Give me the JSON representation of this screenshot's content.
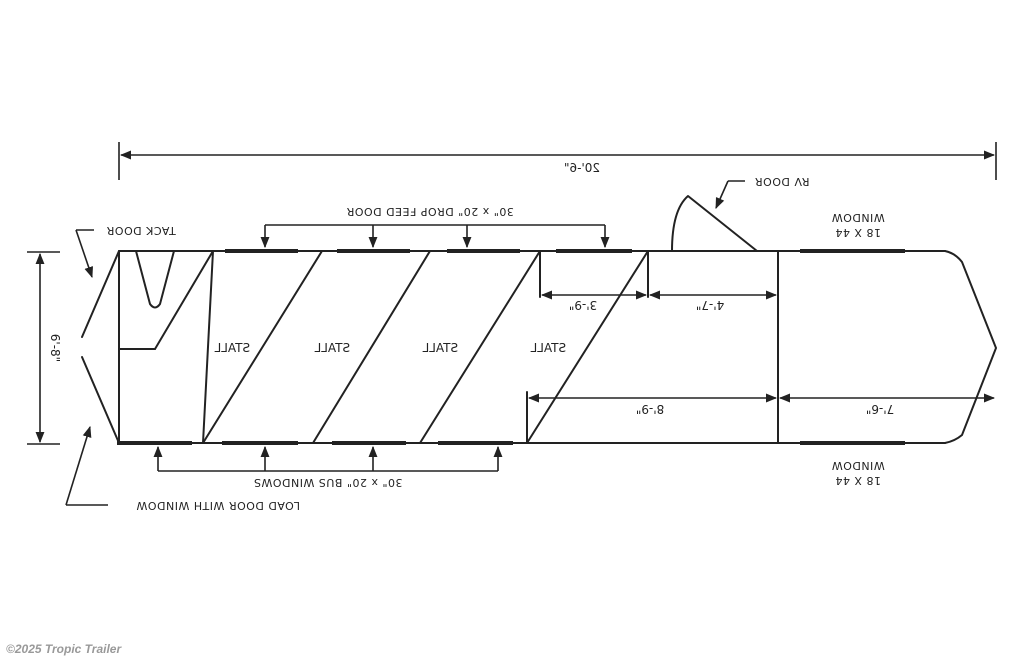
{
  "diagram": {
    "overall_length": "20'-6\"",
    "width": "6'-8\"",
    "labels": {
      "rv_door": "RV DOOR",
      "tack_door": "TACK DOOR",
      "drop_feed_door": "30\" x 20\" DROP FEED DOOR",
      "bus_windows": "30\" x 20\" BUS WINDOWS",
      "load_door": "LOAD DOOR WITH WINDOW",
      "window_top": [
        "18 X 44",
        "WINDOW"
      ],
      "window_bottom": [
        "18 X 44",
        "WINDOW"
      ]
    },
    "stalls": [
      "STALL",
      "STALL",
      "STALL",
      "STALL"
    ],
    "dimensions": {
      "dim_3_9": "3'-9\"",
      "dim_4_7": "4'-7\"",
      "dim_8_9": "8'-9\"",
      "dim_7_6": "7'-6\""
    }
  },
  "copyright": "©2025 Tropic Trailer"
}
